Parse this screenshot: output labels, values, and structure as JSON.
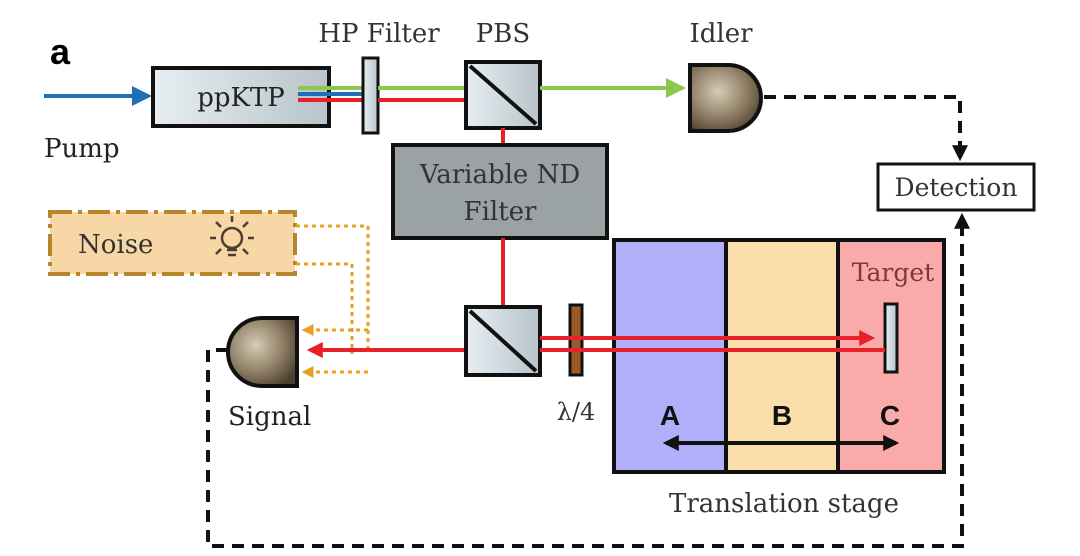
{
  "panel_label": "a",
  "labels": {
    "pump": "Pump",
    "ppktp": "ppKTP",
    "hp_filter": "HP Filter",
    "pbs": "PBS",
    "idler": "Idler",
    "variable_nd_line1": "Variable ND",
    "variable_nd_line2": "Filter",
    "detection": "Detection",
    "noise": "Noise",
    "signal": "Signal",
    "quarter_wave": "λ/4",
    "target": "Target",
    "zone_a": "A",
    "zone_b": "B",
    "zone_c": "C",
    "translation_stage": "Translation stage"
  },
  "colors": {
    "pump_beam": "#1f6fb5",
    "idler_beam": "#8cc850",
    "signal_beam": "#e8202a",
    "noise_light": "#e8a020",
    "noise_fill": "#f8d7a6",
    "noise_border": "#b8862a",
    "zone_a": "#b0b0fa",
    "zone_b": "#fbdfaa",
    "zone_c": "#faaaaa",
    "nd_filter": "#9aa2a4",
    "crystal": "#d6dee2",
    "detector": "#7a6a52",
    "waveplate": "#9a5a28"
  },
  "icons": [
    "lightbulb-icon",
    "beam-splitter-icon",
    "detector-icon"
  ]
}
